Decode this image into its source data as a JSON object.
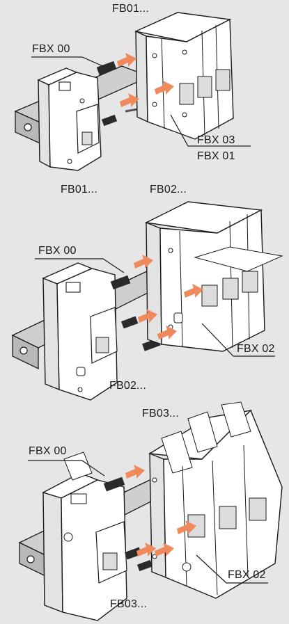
{
  "panels": [
    {
      "top_label": "FB01...",
      "rail_label": "FBX 00",
      "connector_label_top": "FBX 03",
      "connector_label_bottom": "FBX 01",
      "bottom_label": "FB01..."
    },
    {
      "top_label": "FB02...",
      "rail_label": "FBX 00",
      "connector_label": "FBX 02",
      "bottom_label": "FB02..."
    },
    {
      "top_label": "FB03...",
      "rail_label": "FBX 00",
      "connector_label": "FBX 02",
      "bottom_label": "FB03..."
    }
  ],
  "colors": {
    "background": "#e6e6e6",
    "arrow": "#f08a5d",
    "body_fill": "#ffffff",
    "body_shade": "#d9d9d9",
    "outline": "#1a1a1a",
    "rail": "#c8c8c8"
  }
}
